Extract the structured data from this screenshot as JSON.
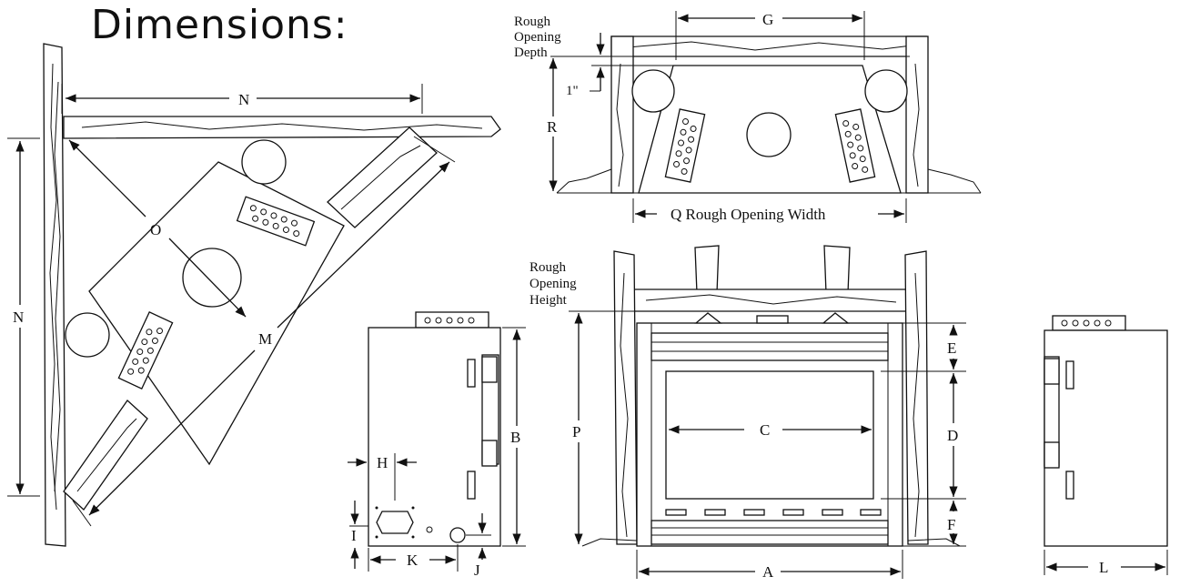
{
  "title": "Dimensions:",
  "corner_view": {
    "n_top": "N",
    "n_side": "N",
    "o": "O",
    "m": "M"
  },
  "top_view": {
    "g": "G",
    "rough_opening_depth": [
      "Rough",
      "Opening",
      "Depth"
    ],
    "one_inch": "1\"",
    "r": "R",
    "rough_opening_width": "Q  Rough Opening Width"
  },
  "side_view": {
    "b": "B",
    "h": "H",
    "i": "I",
    "k": "K",
    "j": "J"
  },
  "front_view": {
    "rough_opening_height": [
      "Rough",
      "Opening",
      "Height"
    ],
    "p": "P",
    "c": "C",
    "a": "A",
    "e": "E",
    "d": "D",
    "f": "F"
  },
  "right_view": {
    "l": "L"
  }
}
